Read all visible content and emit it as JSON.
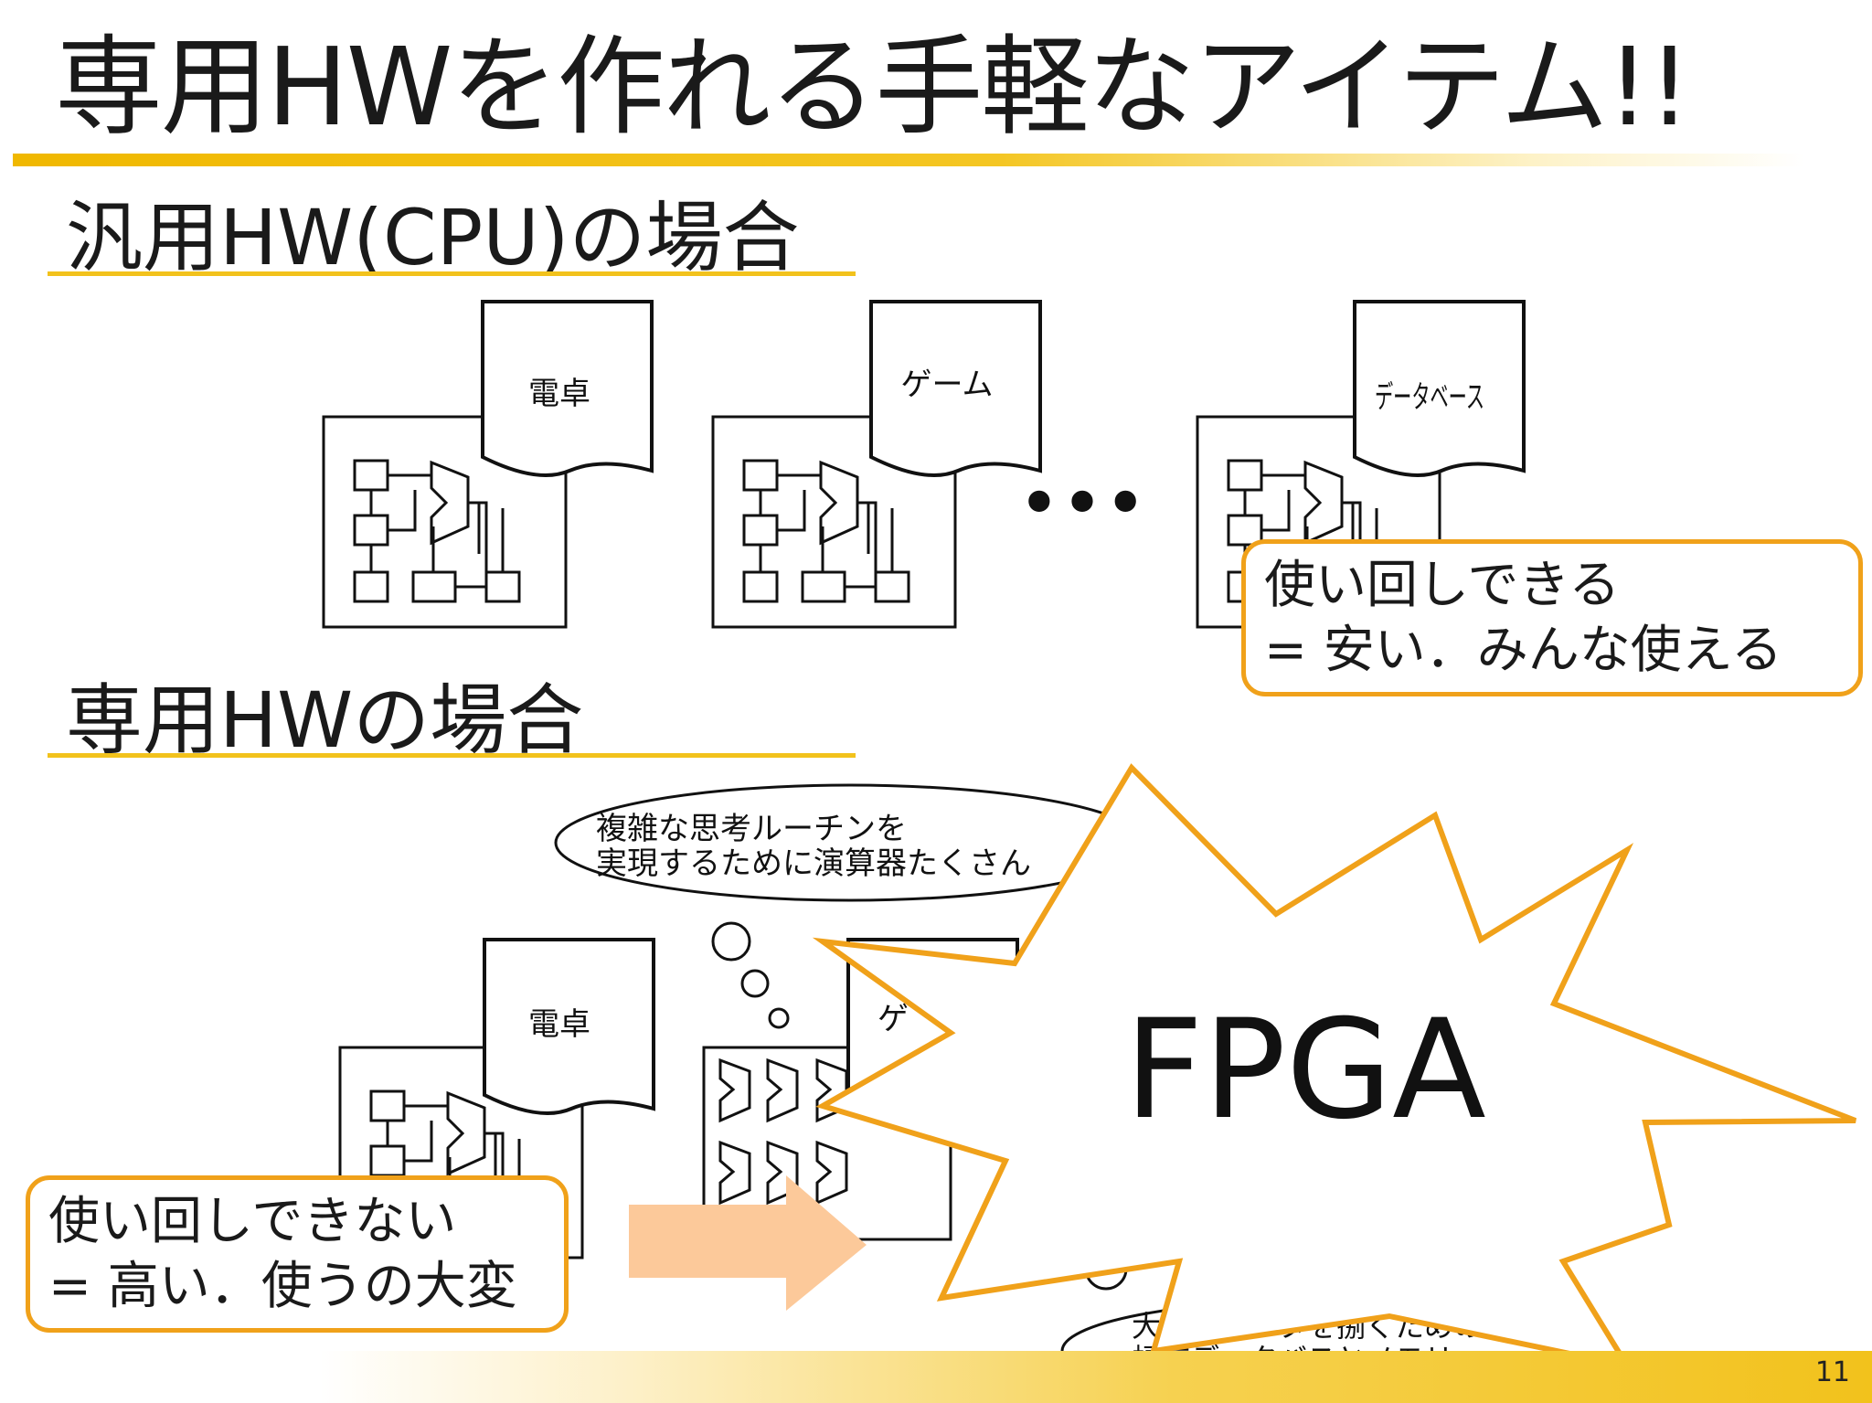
{
  "slide": {
    "title": "専用HWを作れる手軽なアイテム!!",
    "page_number": "11"
  },
  "section_general": {
    "heading": "汎用HW(CPU)の場合",
    "programs": [
      "電卓",
      "ゲーム",
      "データベース"
    ],
    "ellipsis": "•••",
    "callout_line1": "使い回しできる",
    "callout_line2": "= 安い．みんな使える"
  },
  "section_dedicated": {
    "heading": "専用HWの場合",
    "thought_top_line1": "複雑な思考ルーチンを",
    "thought_top_line2": "実現するために演算器たくさん",
    "program_calc": "電卓",
    "program_game_partial": "ゲ",
    "thought_bottom_line1": "大量のデータを捌くための",
    "thought_bottom_line2": "幅広データバスとメモリ",
    "callout_line1": "使い回しできない",
    "callout_line2": "= 高い．使うの大変",
    "burst_label": "FPGA"
  },
  "colors": {
    "accent_gold": "#f2c21c",
    "callout_border": "#f0a11a",
    "arrow_fill": "#fcc99a"
  }
}
